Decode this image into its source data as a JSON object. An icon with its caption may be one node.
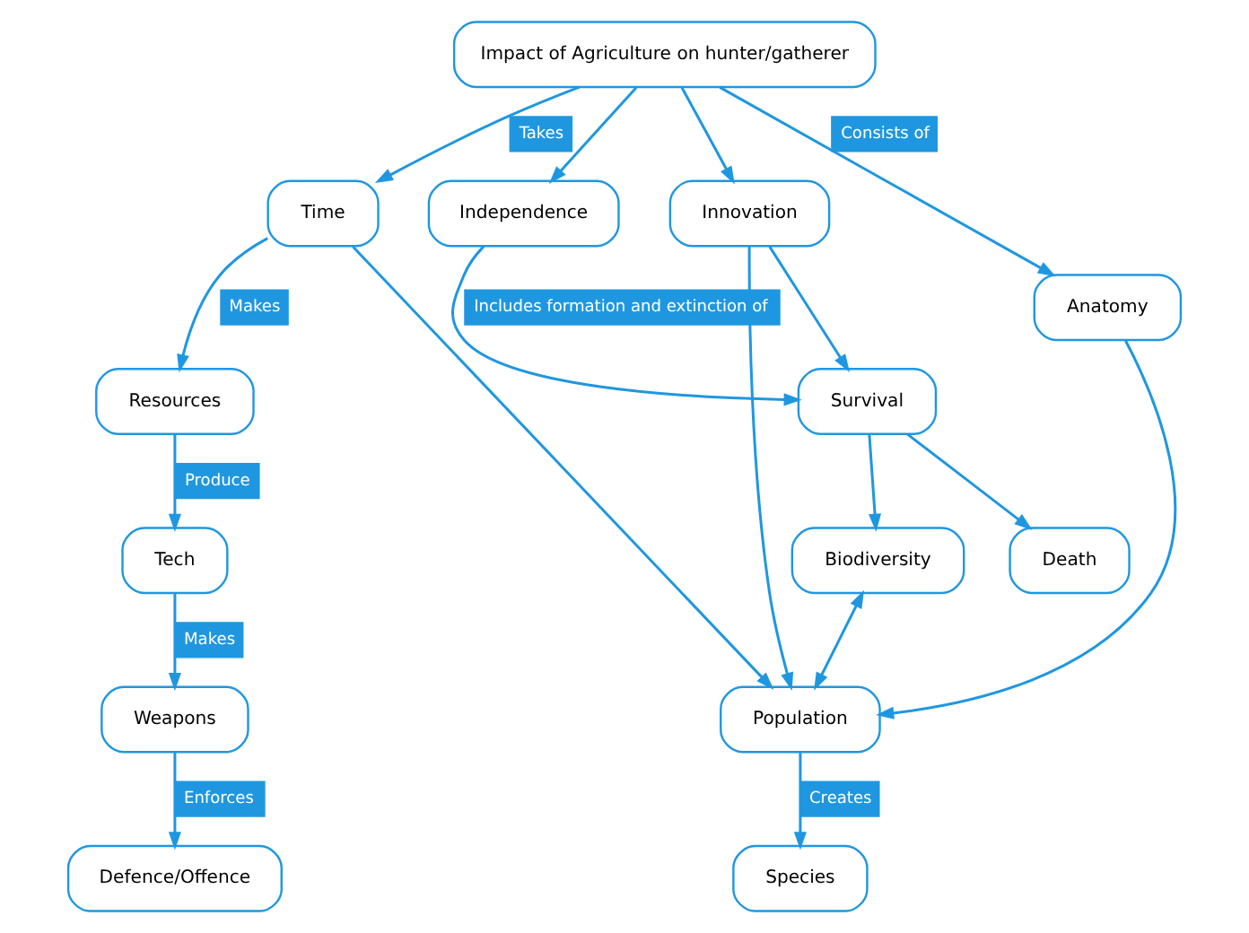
{
  "diagram": {
    "nodes": [
      {
        "text": [
          "Impact of Agriculture on hunter/gatherer"
        ]
      },
      {
        "text": [
          "Time"
        ]
      },
      {
        "text": [
          "Innovation"
        ]
      },
      {
        "text": [
          "Anatomy"
        ]
      },
      {
        "text": [
          "Independence"
        ]
      },
      {
        "text": [
          "Resources"
        ]
      },
      {
        "text": [
          "Survival"
        ]
      },
      {
        "text": [
          "Population"
        ]
      },
      {
        "text": [
          "Biodiversity"
        ]
      },
      {
        "text": [
          "Species"
        ]
      },
      {
        "text": [
          "Tech"
        ]
      },
      {
        "text": [
          "Death"
        ]
      },
      {
        "text": [
          "Weapons"
        ]
      },
      {
        "text": [
          "Defence/Offence"
        ]
      }
    ],
    "edges": [
      {
        "from": 0,
        "to": 1,
        "arrow": "to",
        "label": "Takes"
      },
      {
        "from": 0,
        "to": 2,
        "arrow": "to"
      },
      {
        "from": 0,
        "to": 3,
        "arrow": "to",
        "label": "Consists of"
      },
      {
        "from": 0,
        "to": 4,
        "arrow": "to"
      },
      {
        "from": 1,
        "to": 5,
        "arrow": "to",
        "label": "Makes"
      },
      {
        "from": 1,
        "to": 7,
        "arrow": "to"
      },
      {
        "from": 2,
        "to": 6,
        "arrow": "to"
      },
      {
        "from": 2,
        "to": 7,
        "arrow": "to"
      },
      {
        "from": 3,
        "to": 7,
        "arrow": "to"
      },
      {
        "from": 4,
        "to": 6,
        "arrow": "to",
        "label": "Includes formation and extinction of"
      },
      {
        "from": 5,
        "to": 10,
        "arrow": "to",
        "label": "Produce"
      },
      {
        "from": 6,
        "to": 8,
        "arrow": "to"
      },
      {
        "from": 6,
        "to": 11,
        "arrow": "to"
      },
      {
        "from": 8,
        "to": 7,
        "arrow": "both"
      },
      {
        "from": 7,
        "to": 9,
        "arrow": "to",
        "label": "Creates"
      },
      {
        "from": 10,
        "to": 12,
        "arrow": "to",
        "label": "Makes"
      },
      {
        "from": 12,
        "to": 13,
        "arrow": "to",
        "label": "Enforces"
      }
    ]
  }
}
